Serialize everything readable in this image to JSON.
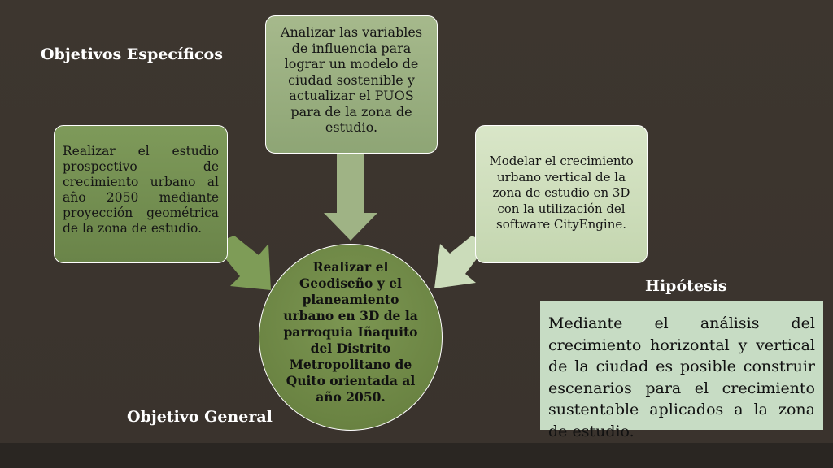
{
  "headings": {
    "especificos": "Objetivos Específicos",
    "hipotesis": "Hipótesis",
    "general": "Objetivo General"
  },
  "boxes": {
    "left": "Realizar el estudio prospectivo de crecimiento urbano al año 2050 mediante proyección geométrica de la zona de estudio.",
    "top": "Analizar las variables de influencia para lograr un modelo de ciudad sostenible y actualizar el PUOS para de la zona de estudio.",
    "right": "Modelar el crecimiento urbano vertical de la zona de estudio en 3D con la utilización del software CityEngine."
  },
  "circle": "Realizar el Geodiseño y el planeamiento urbano en 3D de la parroquia Iñaquito del Distrito Metropolitano de Quito orientada al año 2050.",
  "hipotesis_text": "Mediante el análisis del crecimiento horizontal y vertical de la ciudad es posible construir escenarios para el crecimiento sustentable aplicados a la zona de estudio.",
  "colors": {
    "background": "#3b342e",
    "box_left": "#7a9656",
    "box_top": "#9fb385",
    "box_right": "#d3e2c1",
    "circle": "#6f8846",
    "hipotesis_box": "#c7dcc4",
    "arrow_left": "#7e9c57",
    "arrow_top": "#9fb385",
    "arrow_right": "#cbdcba"
  }
}
